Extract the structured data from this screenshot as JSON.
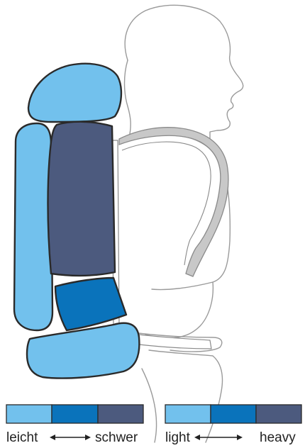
{
  "colors": {
    "light": "#72c1ed",
    "medium": "#0a73bb",
    "heavy": "#4c5a7e",
    "strap": "#c8c8c8",
    "outline": "#9a9a9a",
    "pack_stroke": "#2a2a2a"
  },
  "legend_de": {
    "left_label": "leicht",
    "right_label": "schwer",
    "swatches": [
      "light",
      "medium",
      "heavy"
    ]
  },
  "legend_en": {
    "left_label": "light",
    "right_label": "heavy",
    "swatches": [
      "light",
      "medium",
      "heavy"
    ]
  }
}
